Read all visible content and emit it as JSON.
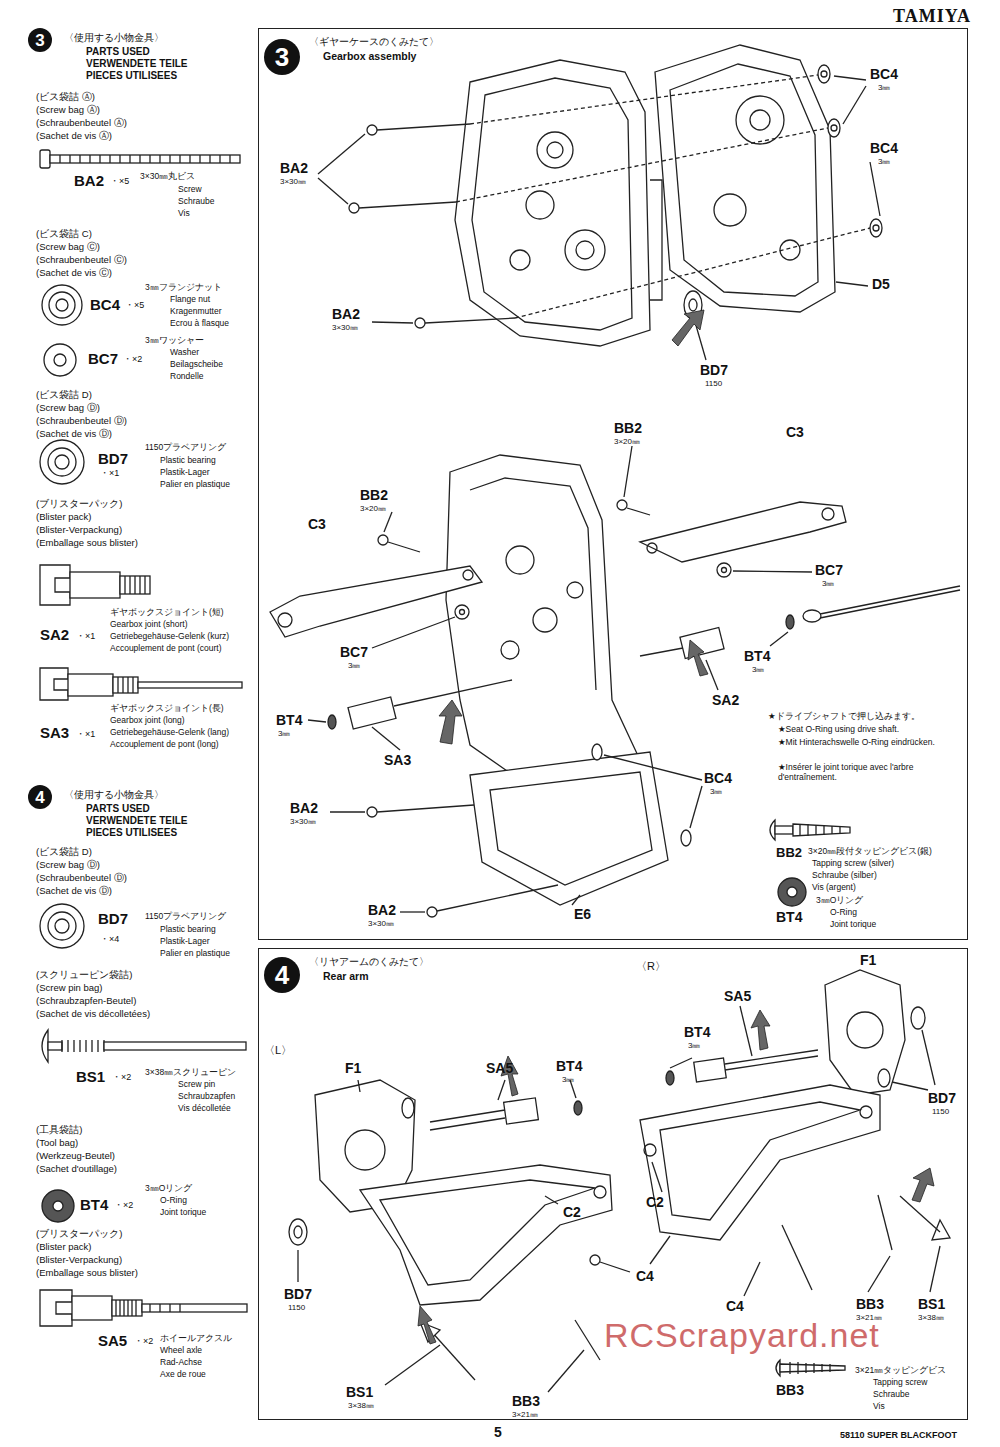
{
  "diagram": {
    "nodes": [
      {
        "text": [
          "3"
        ]
      },
      {
        "text": [
          "〈ギヤーケースのくみたて〉",
          "Gearbox assembly"
        ]
      },
      {
        "text": [
          "3"
        ],
        "in": 1
      },
      {
        "text": [
          "4"
        ]
      },
      {
        "text": [
          "〈リヤアームのくみたて〉",
          "Rear arm"
        ]
      },
      {
        "text": [
          "4"
        ],
        "in": 4
      }
    ],
    "labels": [
      "TAMIYA",
      "〈使用する小物金具〉",
      "PARTS USED",
      "VERWENDETE TEILE",
      "PIECES UTILISEES",
      "(ビス袋詰 Ⓐ)",
      "(Screw bag Ⓐ)",
      "(Schraubenbeutel Ⓐ)",
      "(Sachet de vis Ⓐ)",
      "BA2",
      "・×5",
      "3×30㎜丸ビス",
      "Screw",
      "Schraube",
      "Vis",
      "(ビス袋詰 C)",
      "(Screw bag Ⓒ)",
      "(Schraubenbeutel Ⓒ)",
      "(Sachet de vis Ⓒ)",
      "BC4",
      "・×5",
      "3㎜フランジナット",
      "Flange nut",
      "Kragenmutter",
      "Ecrou à flasque",
      "BC7",
      "・×2",
      "3㎜ワッシャー",
      "Washer",
      "Beilagscheibe",
      "Rondelle",
      "(ビス袋詰 D)",
      "(Screw bag Ⓓ)",
      "(Schraubenbeutel Ⓓ)",
      "(Sachet de vis Ⓓ)",
      "BD7",
      "・×1",
      "1150プラベアリング",
      "Plastic bearing",
      "Plastik-Lager",
      "Palier en plastique",
      "(ブリスターパック)",
      "(Blister pack)",
      "(Blister-Verpackung)",
      "(Emballage sous blister)",
      "SA2",
      "・×1",
      "ギヤボックスジョイント(短)",
      "Gearbox joint (short)",
      "Getriebegehäuse-Gelenk (kurz)",
      "Accouplement de pont (court)",
      "SA3",
      "・×1",
      "ギヤボックスジョイント(長)",
      "Gearbox joint (long)",
      "Getriebegehäuse-Gelenk (lang)",
      "Accouplement de pont (long)",
      "〈使用する小物金具〉",
      "PARTS USED",
      "VERWENDETE TEILE",
      "PIECES UTILISEES",
      "(ビス袋詰 D)",
      "(Screw bag Ⓓ)",
      "(Schraubenbeutel Ⓓ)",
      "(Sachet de vis Ⓓ)",
      "BD7",
      "・×4",
      "1150プラベアリング",
      "Plastic bearing",
      "Plastik-Lager",
      "Palier en plastique",
      "(スクリューピン袋詰)",
      "(Screw pin bag)",
      "(Schraubzapfen-Beutel)",
      "(Sachet de vis décolletées)",
      "BS1",
      "・×2",
      "3×38㎜スクリューピン",
      "Screw pin",
      "Schraubzapfen",
      "Vis décolletée",
      "(工具袋詰)",
      "(Tool bag)",
      "(Werkzeug-Beutel)",
      "(Sachet d'outillage)",
      "BT4",
      "・×2",
      "3㎜Oリング",
      "O-Ring",
      "Joint torique",
      "(ブリスターパック)",
      "(Blister pack)",
      "(Blister-Verpackung)",
      "(Emballage sous blister)",
      "SA5",
      "・×2",
      "ホイールアクスル",
      "Wheel axle",
      "Rad-Achse",
      "Axe de roue",
      "BA2",
      "3×30㎜",
      "BC4",
      "3㎜",
      "BC4",
      "3㎜",
      "D5",
      "BA2",
      "3×30㎜",
      "BD7",
      "1150",
      "BB2",
      "3×20㎜",
      "C3",
      "BB2",
      "3×20㎜",
      "C3",
      "BC7",
      "3㎜",
      "BC7",
      "3㎜",
      "BT4",
      "3㎜",
      "SA2",
      "★ドライブシャフトで押し込みます。",
      "★Seat O-Ring using drive shaft.",
      "★Mit Hinterachswelle O-Ring eindrücken.",
      "★Insérer le joint torique avec l'arbre d'entraînement.",
      "BT4",
      "3㎜",
      "SA3",
      "BC4",
      "3㎜",
      "BA2",
      "3×30㎜",
      "BB2",
      "3×20㎜段付タッピングビス(銀)",
      "Tapping screw (silver)",
      "Schraube (silber)",
      "Vis (argent)",
      "BA2",
      "3×30㎜",
      "E6",
      "BT4",
      "3㎜Oリング",
      "O-Ring",
      "Joint torique",
      "〈R〉",
      "〈L〉",
      "F1",
      "SA5",
      "BT4",
      "3㎜",
      "BD7",
      "1150",
      "F1",
      "SA5",
      "BT4",
      "3㎜",
      "C2",
      "C2",
      "C4",
      "BD7",
      "1150",
      "C4",
      "BB3",
      "3×21㎜",
      "BS1",
      "3×38㎜",
      "BS1",
      "3×38㎜",
      "BB3",
      "3×21㎜",
      "BB3",
      "3×21㎜タッピングビス",
      "Tapping screw",
      "Schraube",
      "Vis",
      "5",
      "58110 SUPER BLACKFOOT",
      "RCScrapyard.net"
    ]
  }
}
